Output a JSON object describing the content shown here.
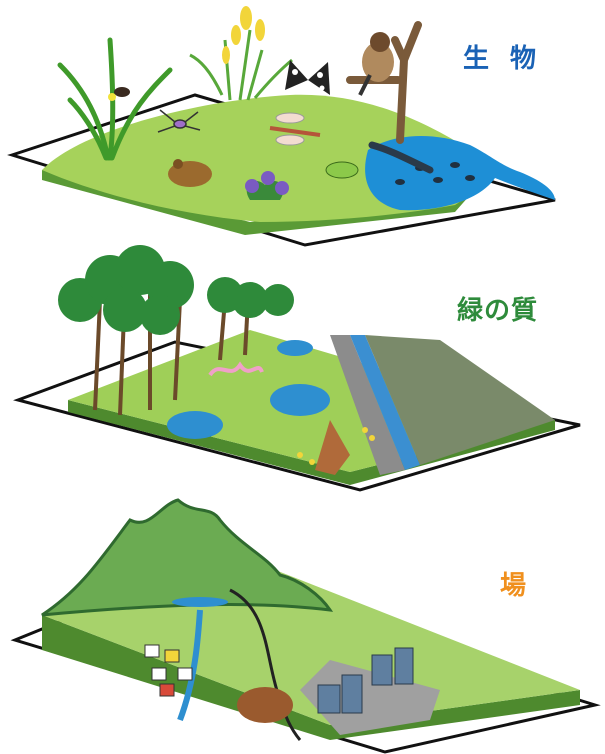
{
  "layers": [
    {
      "label": "生 物",
      "color": "#1a62b5"
    },
    {
      "label": "緑の質",
      "color": "#2e8b3b"
    },
    {
      "label": "場",
      "color": "#f0901e"
    }
  ]
}
